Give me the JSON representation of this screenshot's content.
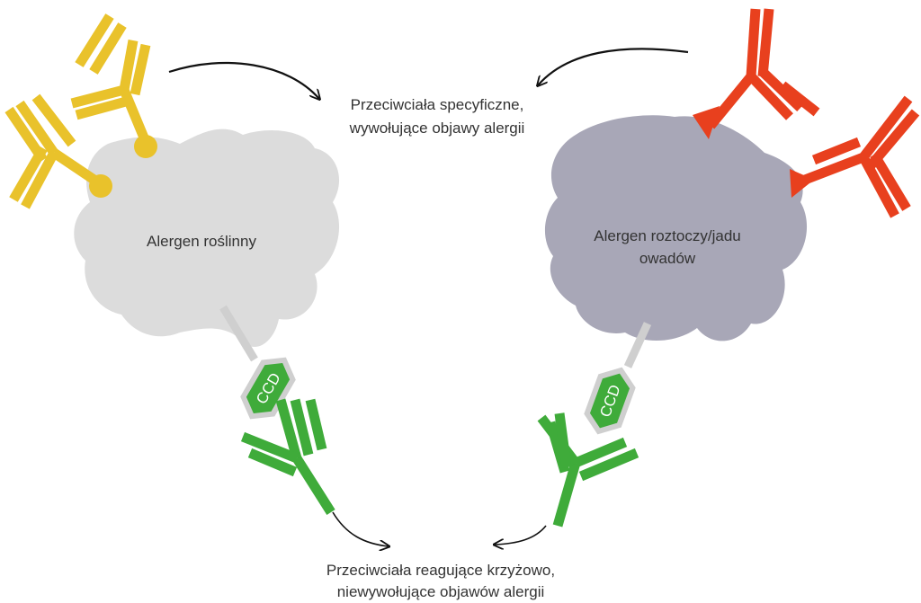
{
  "labels": {
    "specific_antibodies_line1": "Przeciwciała specyficzne,",
    "specific_antibodies_line2": "wywołujące objawy alergii",
    "plant_allergen": "Alergen roślinny",
    "mite_venom_allergen_line1": "Alergen roztoczy/jadu",
    "mite_venom_allergen_line2": "owadów",
    "cross_reactive_line1": "Przeciwciała reagujące krzyżowo,",
    "cross_reactive_line2": "niewywołujące objawów alergii",
    "ccd_left": "CCD",
    "ccd_right": "CCD"
  },
  "colors": {
    "plant_allergen": "#dcdcdc",
    "mite_allergen": "#a8a7b7",
    "specific_antibody_plant": "#e9c22b",
    "specific_antibody_mite": "#e8401e",
    "cross_reactive_antibody": "#3fab3a",
    "ccd_frame": "#cfcfcf",
    "arrow": "#111111",
    "text": "#333333"
  }
}
